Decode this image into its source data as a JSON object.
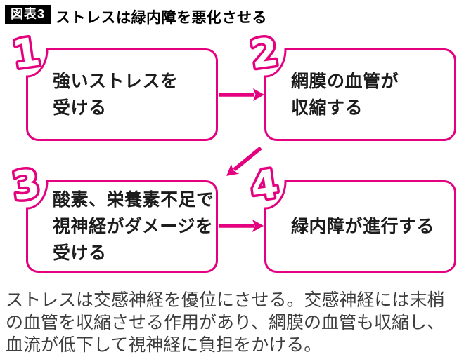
{
  "colors": {
    "accent": "#e4007f",
    "badge_bg": "#000000",
    "badge_text": "#ffffff",
    "title_text": "#000000",
    "box_text": "#1c1c1c",
    "caption_text": "#3d3d3d"
  },
  "header": {
    "badge": "図表3",
    "title": "ストレスは緑内障を悪化させる"
  },
  "steps": [
    {
      "number": "1",
      "lines": [
        "強いストレスを",
        "受ける"
      ]
    },
    {
      "number": "2",
      "lines": [
        "網膜の血管が",
        "収縮する"
      ]
    },
    {
      "number": "3",
      "lines": [
        "酸素、栄養素不足で",
        "視神経がダメージを",
        "受ける"
      ]
    },
    {
      "number": "4",
      "lines": [
        "緑内障が進行する"
      ]
    }
  ],
  "arrows": [
    {
      "from": "step-1",
      "to": "step-2",
      "direction": "right"
    },
    {
      "from": "step-2",
      "to": "step-3",
      "direction": "down-left"
    },
    {
      "from": "step-3",
      "to": "step-4",
      "direction": "right"
    }
  ],
  "caption": {
    "lines": [
      "ストレスは交感神経を優位にさせる。交感神経には末梢",
      "の血管を収縮させる作用があり、網膜の血管も収縮し、",
      "血流が低下して視神経に負担をかける。"
    ]
  }
}
